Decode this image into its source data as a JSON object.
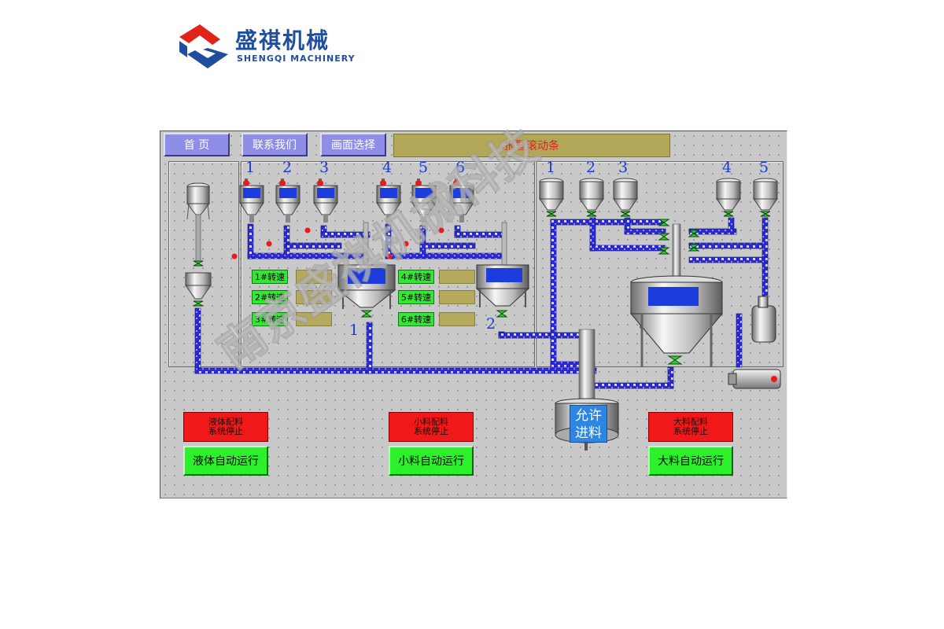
{
  "logo": {
    "cn": "盛祺机械",
    "en": "SHENGQI MACHINERY",
    "colors": {
      "blue": "#1f4e9c",
      "red": "#e2231a"
    }
  },
  "nav": {
    "home": "首  页",
    "contact": "联系我们",
    "screen_select": "画面选择"
  },
  "alarm": {
    "text": "报警滚动条"
  },
  "small_tanks": [
    "1",
    "2",
    "3",
    "4",
    "5",
    "6"
  ],
  "large_tanks": [
    "1",
    "2",
    "3",
    "4",
    "5"
  ],
  "mixers": [
    "1",
    "2"
  ],
  "speeds": [
    "1#转速",
    "2#转速",
    "3#转速",
    "4#转速",
    "5#转速",
    "6#转速"
  ],
  "liquid": {
    "stop": "液体配料\n系统停止",
    "run": "液体自动运行"
  },
  "small": {
    "stop": "小料配料\n系统停止",
    "run": "小料自动运行"
  },
  "large": {
    "stop": "大料配料\n系统停止",
    "run": "大料自动运行"
  },
  "allow_feed": "允许\n进料",
  "watermark": "南京盛祺机械科技",
  "colors": {
    "panel": "#c9c9c9",
    "nav": "#8e8ee6",
    "pipe": "#2a2ad6",
    "run": "#2cf02c",
    "stop": "#f01818",
    "alarm_bar": "#b3a85a"
  }
}
